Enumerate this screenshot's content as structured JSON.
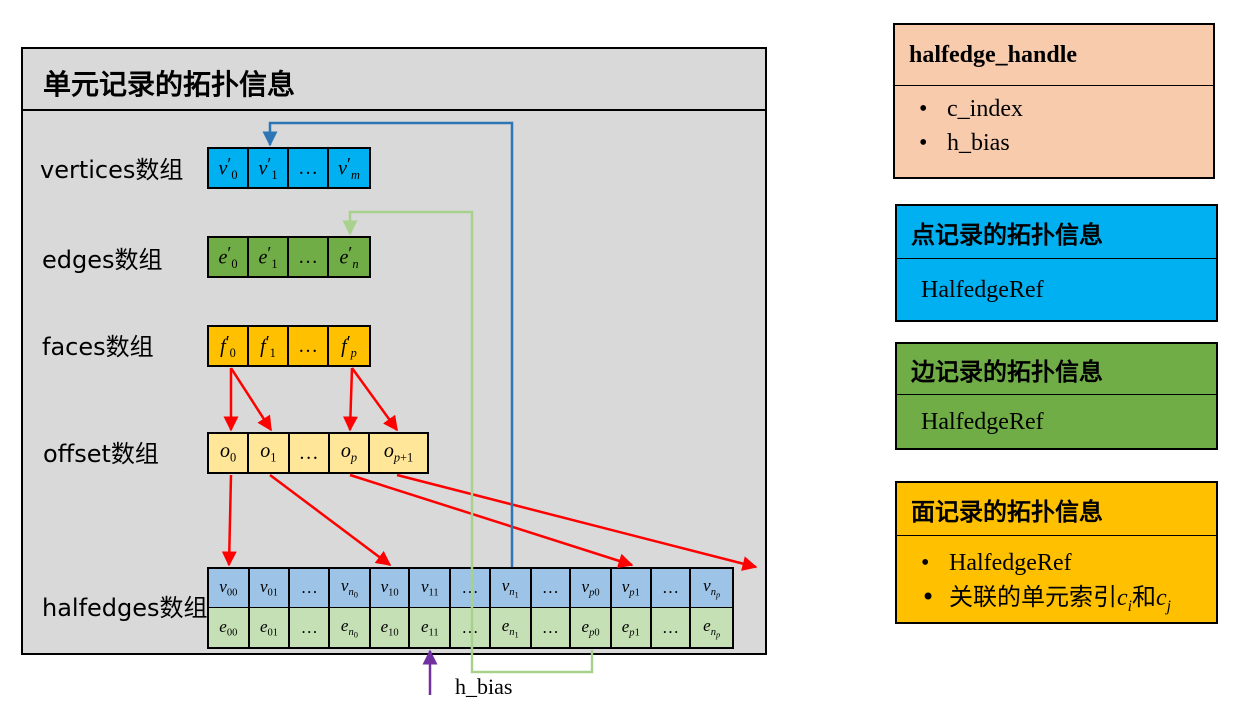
{
  "panel": {
    "title": "单元记录的拓扑信息",
    "rows": {
      "vertices": "vertices数组",
      "edges": "edges数组",
      "faces": "faces数组",
      "offset": "offset数组",
      "halfedges": "halfedges数组"
    },
    "h_bias_label": "h_bias"
  },
  "arrays": {
    "vertices": [
      "v0′",
      "v1′",
      "…",
      "vm′"
    ],
    "edges": [
      "e0′",
      "e1′",
      "…",
      "en′"
    ],
    "faces": [
      "f0′",
      "f1′",
      "…",
      "fp′"
    ],
    "offset": [
      "o0",
      "o1",
      "…",
      "op",
      "op+1"
    ],
    "halfedge_v": [
      "v00",
      "v01",
      "…",
      "vn0",
      "v10",
      "v11",
      "…",
      "vn1",
      "…",
      "vp0",
      "vp1",
      "…",
      "vnp"
    ],
    "halfedge_e": [
      "e00",
      "e01",
      "…",
      "en0",
      "e10",
      "e11",
      "…",
      "en1",
      "…",
      "ep0",
      "ep1",
      "…",
      "enp"
    ]
  },
  "legend": {
    "halfedge_handle": {
      "title": "halfedge_handle",
      "items": [
        "c_index",
        "h_bias"
      ]
    },
    "vertex": {
      "title": "点记录的拓扑信息",
      "body": "HalfedgeRef"
    },
    "edge": {
      "title": "边记录的拓扑信息",
      "body": "HalfedgeRef"
    },
    "face": {
      "title": "面记录的拓扑信息",
      "items": [
        "HalfedgeRef",
        "关联的单元索引ci和cj"
      ]
    }
  },
  "colors": {
    "vertex": "#00b0f0",
    "edge": "#70ad47",
    "face": "#ffc000",
    "offset": "#ffe699",
    "halfedge_v": "#9dc3e6",
    "halfedge_e": "#c5e0b4",
    "handle": "#f8cbad",
    "panel": "#d9d9d9",
    "arrow_red": "#ff0000",
    "arrow_blue": "#2e75b6",
    "arrow_green": "#a9d18e",
    "arrow_purple": "#7030a0"
  }
}
